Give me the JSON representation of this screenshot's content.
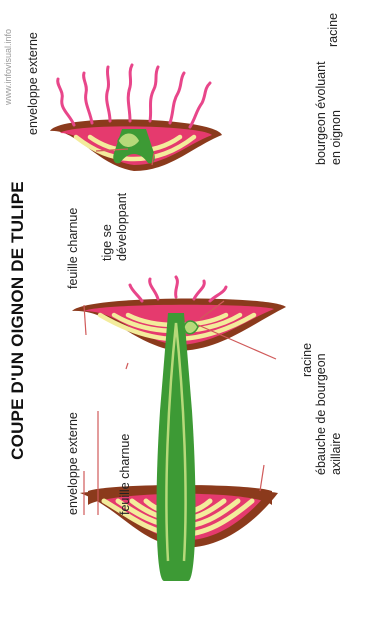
{
  "title": "COUPE D'UN OIGNON DE TULIPE",
  "watermark": "www.infovisual.info",
  "labels": {
    "enveloppe_externe_1": "enveloppe externe",
    "feuille_charnue_1": "feuille charnue",
    "ebauche_line1": "ébauche de bourgeon",
    "ebauche_line2": "axillaire",
    "feuille_charnue_2": "feuille charnue",
    "tige_line1": "tige se",
    "tige_line2": "développant",
    "racine_1": "racine",
    "enveloppe_externe_2": "enveloppe externe",
    "bourgeon_line1": "bourgeon évoluant",
    "bourgeon_line2": "en oignon",
    "racine_2": "racine"
  },
  "colors": {
    "outer_skin": "#8b3a1c",
    "flesh_pink": "#e53a6e",
    "flesh_red": "#e02820",
    "scale_yellow": "#f3ec9c",
    "stem_green": "#3d9a35",
    "bud_green": "#b7d97a",
    "root_pink": "#e8468a"
  }
}
